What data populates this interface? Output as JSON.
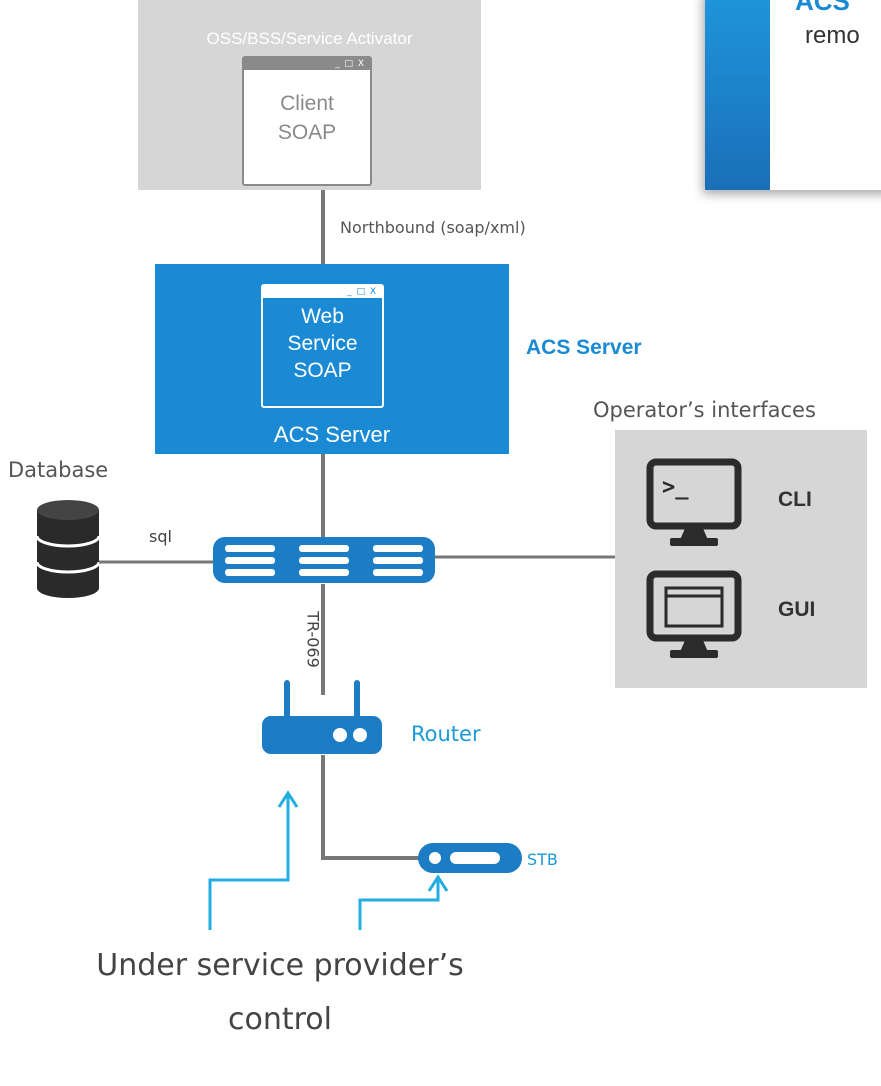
{
  "callout": {
    "title": "ACS",
    "text": "remo"
  },
  "oss": {
    "title": "OSS/BSS/Service Activator",
    "window_controls": "_ □ X",
    "client_line1": "Client",
    "client_line2": "SOAP"
  },
  "northbound_label": "Northbound (soap/xml)",
  "acs": {
    "window_controls": "_ □ X",
    "ws_line1": "Web",
    "ws_line2": "Service",
    "ws_line3": "SOAP",
    "box_label": "ACS Server",
    "side_label": "ACS Server"
  },
  "database": {
    "label": "Database",
    "link_label": "sql"
  },
  "operator": {
    "title": "Operator’s interfaces",
    "cli_label": "CLI",
    "gui_label": "GUI"
  },
  "tr069_label": "TR-069",
  "router_label": "Router",
  "stb_label": "STB",
  "control_note": {
    "line1": "Under service provider’s",
    "line2": "control"
  },
  "colors": {
    "blue": "#1a8ad4",
    "device_blue": "#1c7dc4",
    "cyan": "#22aee0",
    "gray_box": "#d6d6d6",
    "line": "#7a7a7a"
  }
}
